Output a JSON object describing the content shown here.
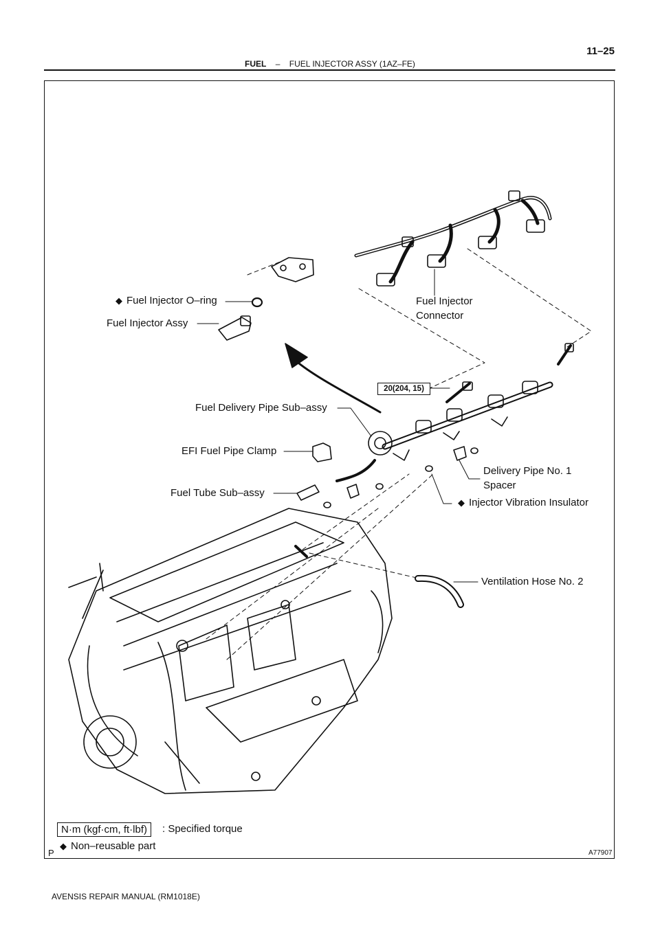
{
  "header": {
    "section": "FUEL",
    "separator": "–",
    "subtitle": "FUEL INJECTOR ASSY (1AZ–FE)",
    "page_number": "11–25"
  },
  "labels": {
    "fuel_injector_oring": "Fuel Injector O–ring",
    "fuel_injector_assy": "Fuel Injector Assy",
    "fuel_injector_connector_line1": "Fuel Injector",
    "fuel_injector_connector_line2": "Connector",
    "fuel_delivery_pipe": "Fuel Delivery Pipe Sub–assy",
    "efi_fuel_pipe_clamp": "EFI Fuel Pipe Clamp",
    "delivery_pipe_spacer_line1": "Delivery Pipe No. 1",
    "delivery_pipe_spacer_line2": "Spacer",
    "fuel_tube": "Fuel Tube Sub–assy",
    "injector_vibration_insulator": "Injector Vibration Insulator",
    "ventilation_hose": "Ventilation Hose No. 2"
  },
  "torque_spec": "20(204, 15)",
  "symbols": {
    "non_reusable": "◆"
  },
  "legend": {
    "torque_unit_box": "N·m (kgf·cm, ft·lbf)",
    "torque_text": ": Specified torque",
    "non_reusable_text": "Non–reusable part"
  },
  "figure": {
    "marker": "P",
    "id": "A77907"
  },
  "footer": {
    "manual": "AVENSIS REPAIR MANUAL   (RM1018E)"
  }
}
